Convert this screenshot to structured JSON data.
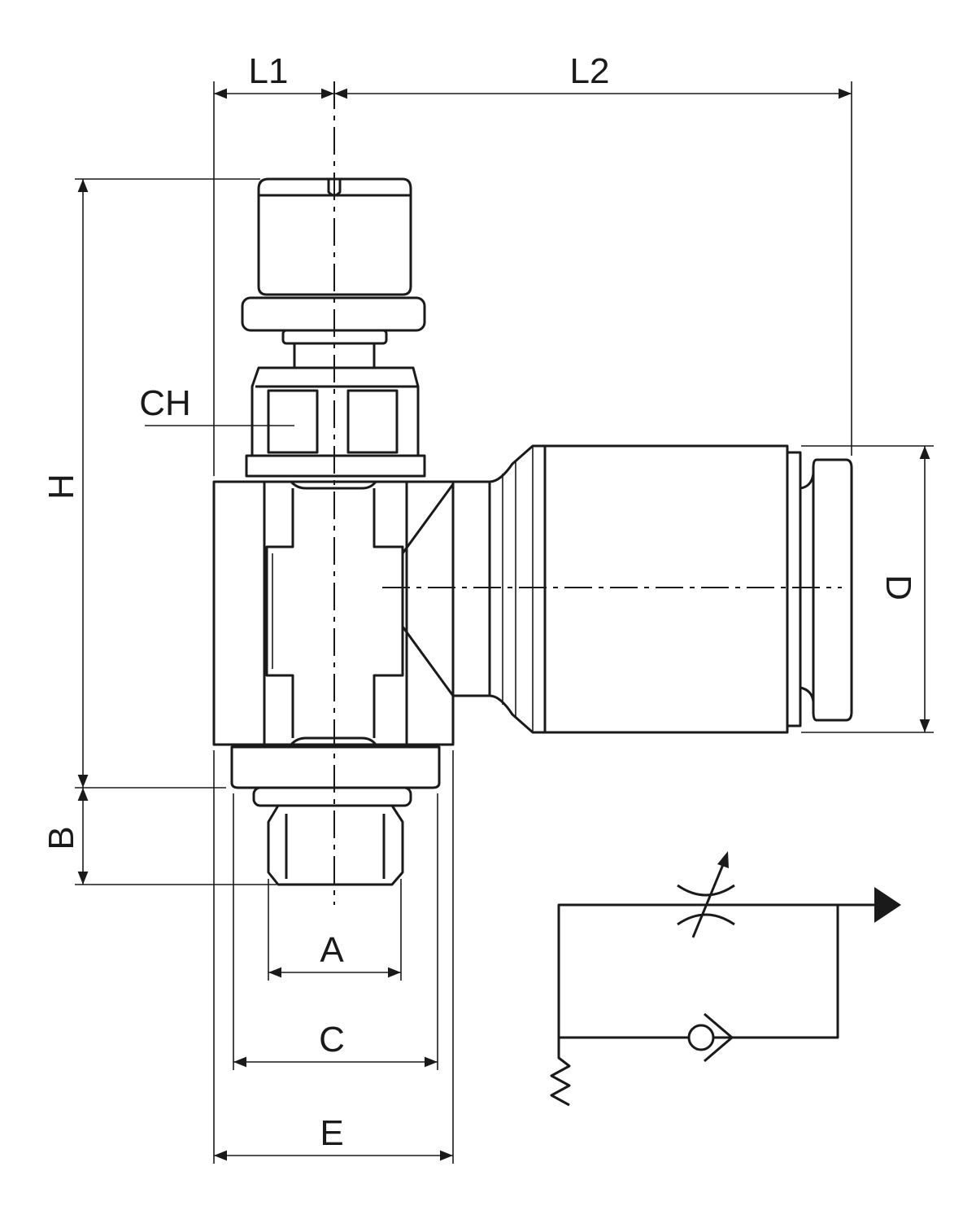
{
  "title": "Flow control valve dimension drawing",
  "dimensions": {
    "L1": "L1",
    "L2": "L2",
    "CH": "CH",
    "H": "H",
    "D": "D",
    "B": "B",
    "A": "A",
    "C": "C",
    "E": "E"
  },
  "colors": {
    "line": "#1a1a1a",
    "background": "#ffffff"
  }
}
